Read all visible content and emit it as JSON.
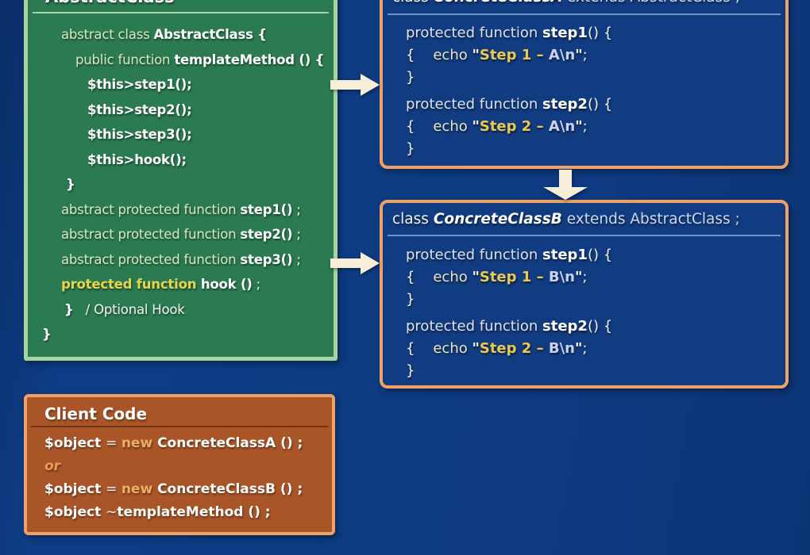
{
  "colors": {
    "background": "#0d3a80",
    "green_box_fill": "#2b7a51",
    "green_box_border": "#a6d59d",
    "blue_box_fill": "#113c82",
    "orange_border": "#f0a266",
    "client_box_fill": "#a95528",
    "arrow": "#f6eed9",
    "keyword_pale_green": "#d9e8c4",
    "keyword_yellow": "#e9d44e",
    "string_yellow": "#e9c94e",
    "string_lavender": "#c9d3f4",
    "keyword_orange": "#edb062"
  },
  "icons": {
    "arrow_right": "block right arrow (cream)",
    "arrow_down": "block down arrow (cream)"
  },
  "abstract_box": {
    "title": "AbstractClass",
    "lines": [
      [
        {
          "t": "abstract class ",
          "c": "pale"
        },
        {
          "t": "AbstractClass",
          "c": "wb"
        },
        {
          "t": " {",
          "c": "wb"
        }
      ],
      [
        {
          "t": "public function ",
          "c": "pale"
        },
        {
          "t": "templateMethod () ",
          "c": "wb"
        },
        {
          "t": "{",
          "c": "wb"
        }
      ],
      [
        {
          "t": "$this>step1();",
          "c": "wb"
        }
      ],
      [
        {
          "t": "$this>step2();",
          "c": "wb"
        }
      ],
      [
        {
          "t": "$this>step3();",
          "c": "wb"
        }
      ],
      [
        {
          "t": "$this>hook();",
          "c": "wb"
        }
      ],
      [
        {
          "t": "}",
          "c": "wb"
        }
      ],
      [
        {
          "t": "abstract protected function ",
          "c": "pale"
        },
        {
          "t": "step1()",
          "c": "wb"
        },
        {
          "t": " ;",
          "c": "w"
        }
      ],
      [
        {
          "t": "abstract protected function ",
          "c": "pale"
        },
        {
          "t": "step2()",
          "c": "wb"
        },
        {
          "t": " ;",
          "c": "w"
        }
      ],
      [
        {
          "t": "abstract protected function ",
          "c": "pale"
        },
        {
          "t": "step3()",
          "c": "wb"
        },
        {
          "t": " ;",
          "c": "w"
        }
      ],
      [
        {
          "t": "protected function ",
          "c": "yellow"
        },
        {
          "t": "hook ()",
          "c": "wb"
        },
        {
          "t": " ;",
          "c": "w"
        }
      ],
      [
        {
          "t": "}",
          "c": "wb"
        },
        {
          "t": "   / Optional Hook",
          "c": "w"
        }
      ],
      [
        {
          "t": "}",
          "c": "wb"
        }
      ]
    ]
  },
  "concrete_a": {
    "title": [
      {
        "t": "class ",
        "c": "w"
      },
      {
        "t": "ConcreteClassA",
        "c": "wbi"
      },
      {
        "t": " extends AbstractClass ;",
        "c": "dim"
      }
    ],
    "lines": [
      [
        {
          "t": "protected function ",
          "c": "gray"
        },
        {
          "t": "step1",
          "c": "wb"
        },
        {
          "t": "() {",
          "c": "w"
        }
      ],
      [
        {
          "t": "{    ",
          "c": "w"
        },
        {
          "t": "echo ",
          "c": "cream"
        },
        {
          "t": "\"",
          "c": "wb"
        },
        {
          "t": "Step 1 – ",
          "c": "yb"
        },
        {
          "t": "A\\n",
          "c": "lav"
        },
        {
          "t": "\"",
          "c": "wb"
        },
        {
          "t": ";",
          "c": "w"
        }
      ],
      [
        {
          "t": "}",
          "c": "w"
        }
      ],
      [
        {
          "t": "protected function ",
          "c": "gray"
        },
        {
          "t": "step2",
          "c": "wb"
        },
        {
          "t": "() {",
          "c": "w"
        }
      ],
      [
        {
          "t": "{    ",
          "c": "w"
        },
        {
          "t": "echo ",
          "c": "cream"
        },
        {
          "t": "\"",
          "c": "wb"
        },
        {
          "t": "Step 2 – ",
          "c": "yb"
        },
        {
          "t": "A\\n",
          "c": "lav"
        },
        {
          "t": "\"",
          "c": "wb"
        },
        {
          "t": ";",
          "c": "w"
        }
      ],
      [
        {
          "t": "}",
          "c": "w"
        }
      ]
    ]
  },
  "concrete_b": {
    "title": [
      {
        "t": "class ",
        "c": "w"
      },
      {
        "t": "ConcreteClassB",
        "c": "wbi"
      },
      {
        "t": " extends AbstractClass ;",
        "c": "dim"
      }
    ],
    "lines": [
      [
        {
          "t": "protected function ",
          "c": "gray"
        },
        {
          "t": "step1",
          "c": "wb"
        },
        {
          "t": "() {",
          "c": "w"
        }
      ],
      [
        {
          "t": "{    ",
          "c": "w"
        },
        {
          "t": "echo ",
          "c": "cream"
        },
        {
          "t": "\"",
          "c": "wb"
        },
        {
          "t": "Step 1 – ",
          "c": "yb"
        },
        {
          "t": "B\\n",
          "c": "lav"
        },
        {
          "t": "\"",
          "c": "wb"
        },
        {
          "t": ";",
          "c": "w"
        }
      ],
      [
        {
          "t": "}",
          "c": "w"
        }
      ],
      [
        {
          "t": "protected function ",
          "c": "gray"
        },
        {
          "t": "step2",
          "c": "wb"
        },
        {
          "t": "() {",
          "c": "w"
        }
      ],
      [
        {
          "t": "{    ",
          "c": "w"
        },
        {
          "t": "echo ",
          "c": "cream"
        },
        {
          "t": "\"",
          "c": "wb"
        },
        {
          "t": "Step 2 – ",
          "c": "yb"
        },
        {
          "t": "B\\n",
          "c": "lav"
        },
        {
          "t": "\"",
          "c": "wb"
        },
        {
          "t": ";",
          "c": "w"
        }
      ],
      [
        {
          "t": "}",
          "c": "w"
        }
      ]
    ]
  },
  "client_box": {
    "title": "Client Code",
    "lines": [
      [
        {
          "t": "$object ",
          "c": "wb"
        },
        {
          "t": "= ",
          "c": "w"
        },
        {
          "t": "new ",
          "c": "orange"
        },
        {
          "t": "ConcreteClassA () ;",
          "c": "wb"
        }
      ],
      [
        {
          "t": "or",
          "c": "ori"
        }
      ],
      [
        {
          "t": "$object ",
          "c": "wb"
        },
        {
          "t": "= ",
          "c": "w"
        },
        {
          "t": "new ",
          "c": "orange"
        },
        {
          "t": "ConcreteClassB () ;",
          "c": "wb"
        }
      ],
      [
        {
          "t": "$object ",
          "c": "wb"
        },
        {
          "t": "~",
          "c": "w"
        },
        {
          "t": "templateMethod () ;",
          "c": "wb"
        }
      ]
    ]
  }
}
